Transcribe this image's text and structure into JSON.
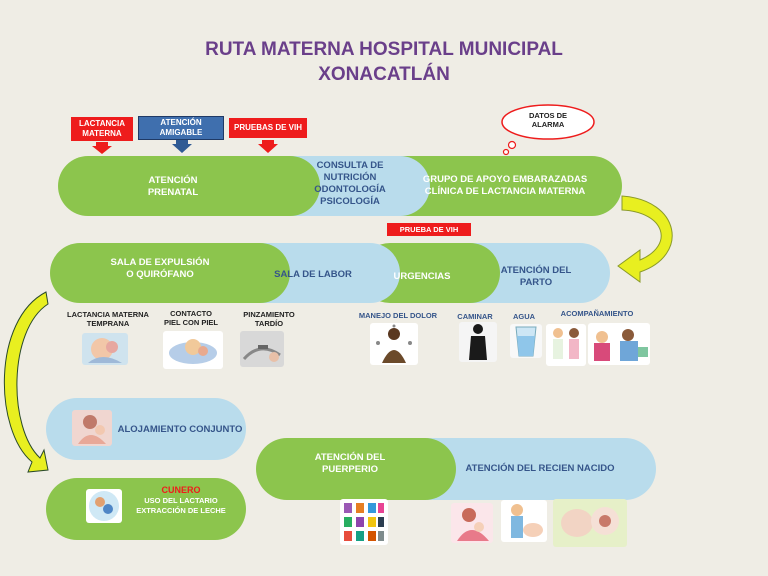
{
  "title": {
    "line1": "RUTA MATERNA HOSPITAL MUNICIPAL",
    "line2": "XONACATLÁN"
  },
  "tags": {
    "lactancia": "LACTANCIA MATERNA",
    "amigable": "ATENCIÓN AMIGABLE",
    "vih1": "PRUEBAS DE VIH",
    "vih2": "PRUEBA DE VIH"
  },
  "cloud": "DATOS DE ALARMA",
  "row1": {
    "prenatal": "ATENCIÓN PRENATAL",
    "consulta": [
      "CONSULTA DE",
      "NUTRICIÓN",
      "ODONTOLOGÍA",
      "PSICOLOGÍA"
    ],
    "grupo": [
      "GRUPO DE APOYO EMBARAZADAS",
      "CLÍNICA  DE LACTANCIA MATERNA"
    ]
  },
  "row2": {
    "expulsion": [
      "SALA DE EXPULSIÓN",
      "O QUIRÓFANO"
    ],
    "labor": "SALA DE LABOR",
    "urgencias": "URGENCIAS",
    "parto": [
      "ATENCIÓN DEL",
      "PARTO"
    ]
  },
  "captions": {
    "lactancia_temprana": [
      "LACTANCIA MATERNA",
      "TEMPRANA"
    ],
    "contacto": [
      "CONTACTO",
      "PIEL CON PIEL"
    ],
    "pinzamiento": [
      "PINZAMIENTO",
      "TARDÍO"
    ],
    "dolor": "MANEJO DEL DOLOR",
    "caminar": "CAMINAR",
    "agua": "AGUA",
    "acompanamiento": "ACOMPAÑAMIENTO"
  },
  "row3": {
    "alojamiento": "ALOJAMIENTO CONJUNTO",
    "puerperio": [
      "ATENCIÓN DEL",
      "PUERPERIO"
    ],
    "recien_nacido": "ATENCIÓN DEL RECIEN NACIDO"
  },
  "cunero": {
    "title": "CUNERO",
    "line1": "USO DEL LACTARIO",
    "line2": "EXTRACCIÓN DE LECHE"
  },
  "colors": {
    "green": "#8cc54d",
    "blue": "#b9dcec",
    "red": "#ee1c1c",
    "navy_btn": "#3f6fae",
    "title": "#6a3f8a",
    "yellow_arrow": "#e8ef20"
  }
}
